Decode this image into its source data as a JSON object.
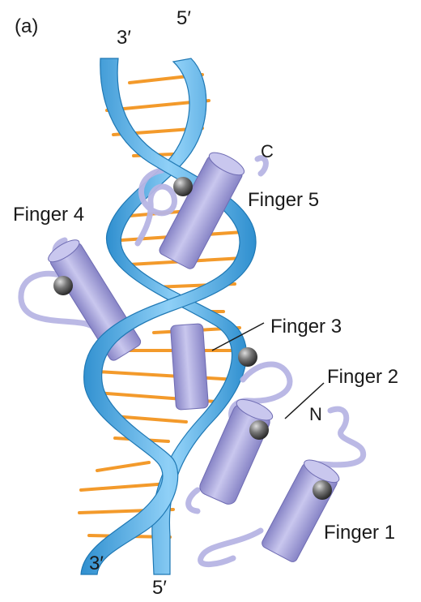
{
  "panel_label": "(a)",
  "strand_ends": {
    "top_left": "3′",
    "top_right": "5′",
    "bottom_left": "3′",
    "bottom_right": "5′"
  },
  "termini": {
    "c": "C",
    "n": "N"
  },
  "fingers": [
    {
      "id": "finger-1",
      "label": "Finger 1"
    },
    {
      "id": "finger-2",
      "label": "Finger 2"
    },
    {
      "id": "finger-3",
      "label": "Finger 3"
    },
    {
      "id": "finger-4",
      "label": "Finger 4"
    },
    {
      "id": "finger-5",
      "label": "Finger 5"
    }
  ],
  "colors": {
    "dna_backbone": "#5db4ea",
    "dna_backbone_dark": "#2f8fcf",
    "base_pair": "#f39a2b",
    "helix": "#a9a6dc",
    "helix_dark": "#8784c6",
    "loop": "#d9d8f1",
    "zinc": "#444444"
  }
}
